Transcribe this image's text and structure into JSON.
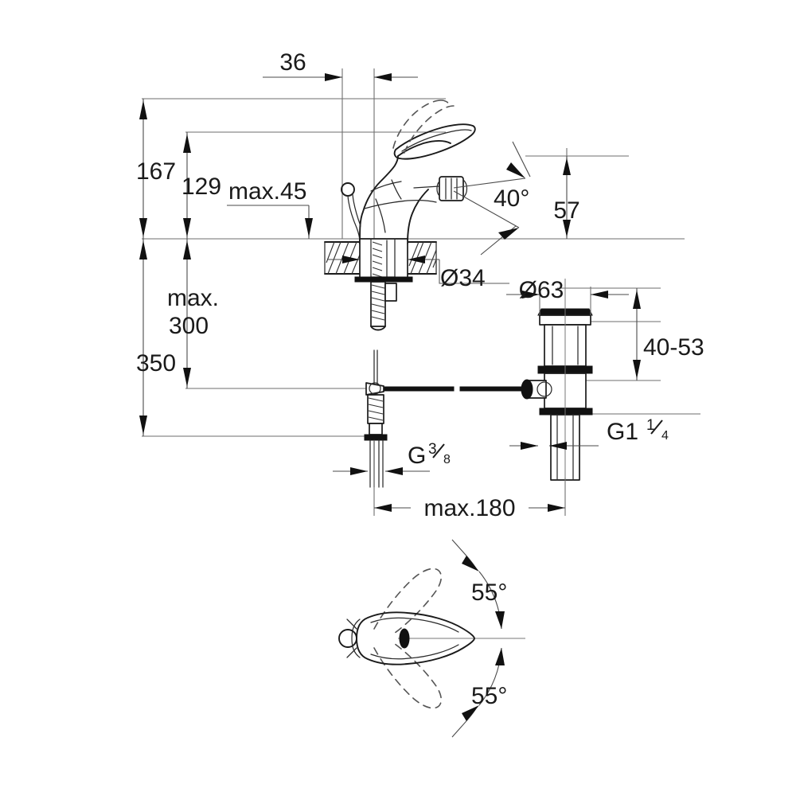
{
  "drawing": {
    "title": "Single-lever bidet mixer installation drawing",
    "background_color": "#ffffff",
    "line_color": "#1a1a1a",
    "dimension_line_color": "#4a4a4a",
    "text_color": "#1a1a1a"
  },
  "dimensions": {
    "top_offset": "36",
    "total_height": "167",
    "spout_height": "129",
    "deck_thickness": "max.45",
    "handle_angle": "40°",
    "spout_reach": "57",
    "shank_diameter": "Ø34",
    "drain_flange_diameter": "Ø63",
    "supply_length_max": "max.\n300",
    "supply_length_max_label": "max.",
    "supply_length_max_value": "300",
    "overall_supply_height": "350",
    "drain_adjust_range": "40-53",
    "drain_thread": "G1",
    "drain_thread_numerator": "1",
    "drain_thread_denominator": "4",
    "supply_thread": "G",
    "supply_thread_numerator": "3",
    "supply_thread_denominator": "8",
    "linkage_length_max": "max.180",
    "swivel_angle_upper": "55°",
    "swivel_angle_lower": "55°"
  },
  "views": {
    "elevation": "side elevation of bidet mixer with pop-up waste",
    "plan": "top plan view showing lever swivel range"
  },
  "components": {
    "lever_handle": "lever-handle",
    "spout": "spout-body",
    "pop_up_rod": "pop-up-lift-rod",
    "mounting_stud": "threaded-mounting-stud",
    "countertop": "hatched-countertop-section",
    "drain_body": "pop-up-waste-body",
    "linkage_rod": "pop-up-linkage-rod",
    "supply_hose": "flexible-supply-connection"
  }
}
